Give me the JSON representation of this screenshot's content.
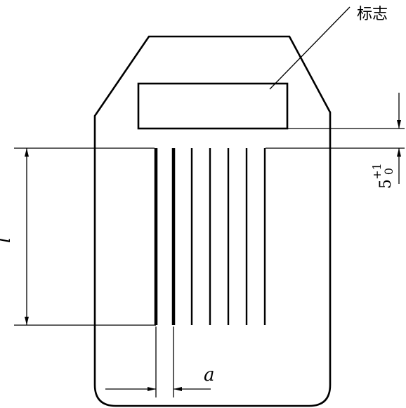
{
  "labels": {
    "marking": "标志",
    "length": "l",
    "spacing": "a",
    "tolerance_nominal": "5",
    "tolerance_upper": "+1",
    "tolerance_lower": "0"
  },
  "colors": {
    "line": "#000000",
    "background": "#ffffff"
  }
}
